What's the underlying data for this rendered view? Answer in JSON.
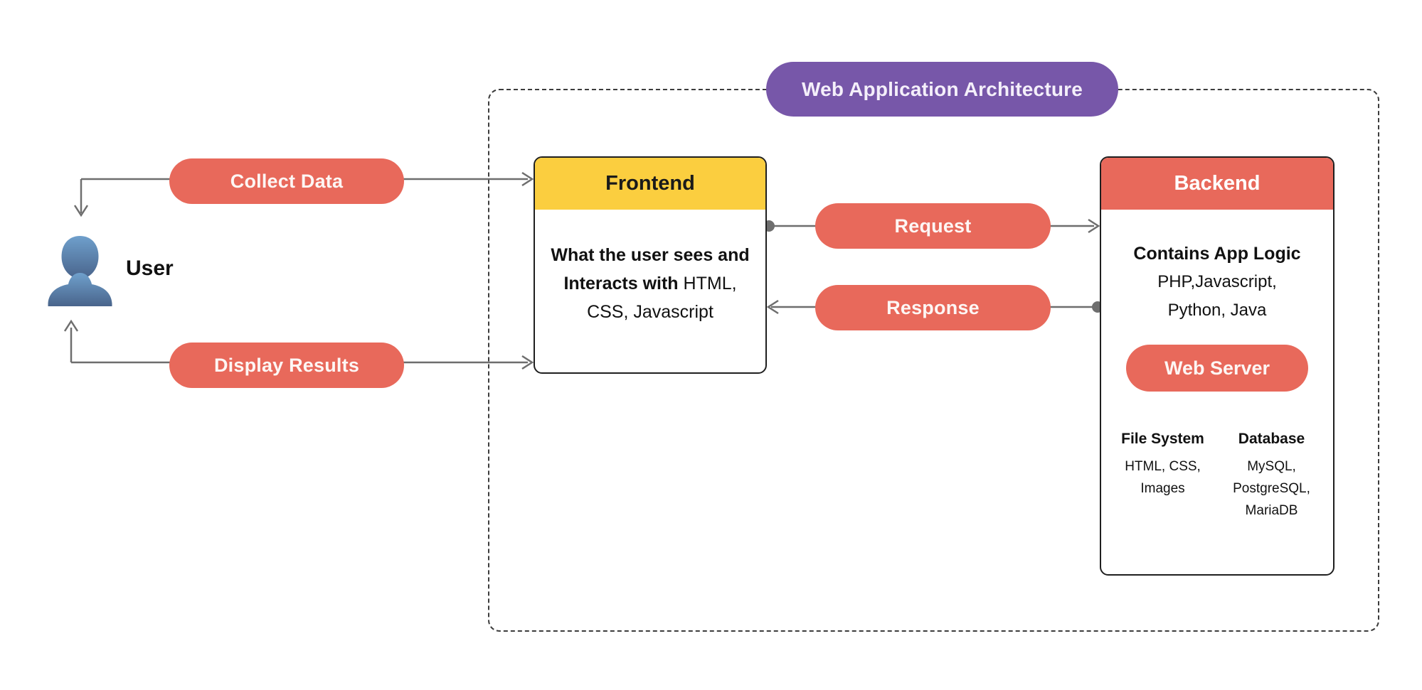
{
  "title": {
    "label": "Web Application Architecture"
  },
  "actors": {
    "user": {
      "label": "User",
      "icon": "person-icon"
    }
  },
  "flows": {
    "collect_data": {
      "label": "Collect Data",
      "from": "User",
      "to": "Frontend"
    },
    "display_results": {
      "label": "Display Results",
      "from": "Frontend",
      "to": "User"
    },
    "request": {
      "label": "Request",
      "from": "Frontend",
      "to": "Backend"
    },
    "response": {
      "label": "Response",
      "from": "Backend",
      "to": "Frontend"
    }
  },
  "frontend": {
    "title": "Frontend",
    "description_bold": "What the user sees and Interacts with",
    "description_regular": "HTML, CSS, Javascript"
  },
  "backend": {
    "title": "Backend",
    "logic_heading": "Contains App Logic",
    "logic_lines": [
      "PHP,Javascript,",
      "Python, Java"
    ],
    "web_server_label": "Web Server",
    "columns": [
      {
        "heading": "File System",
        "items": [
          "HTML, CSS,",
          "Images"
        ]
      },
      {
        "heading": "Database",
        "items": [
          "MySQL,",
          "PostgreSQL,",
          "MariaDB"
        ]
      }
    ]
  },
  "colors": {
    "coral": "#E8695B",
    "purple": "#7757A9",
    "yellow": "#FBCE3F",
    "connector_gray": "#6e6e6e",
    "user_icon_top": "#6FA0CC",
    "user_icon_bottom": "#49648B"
  }
}
